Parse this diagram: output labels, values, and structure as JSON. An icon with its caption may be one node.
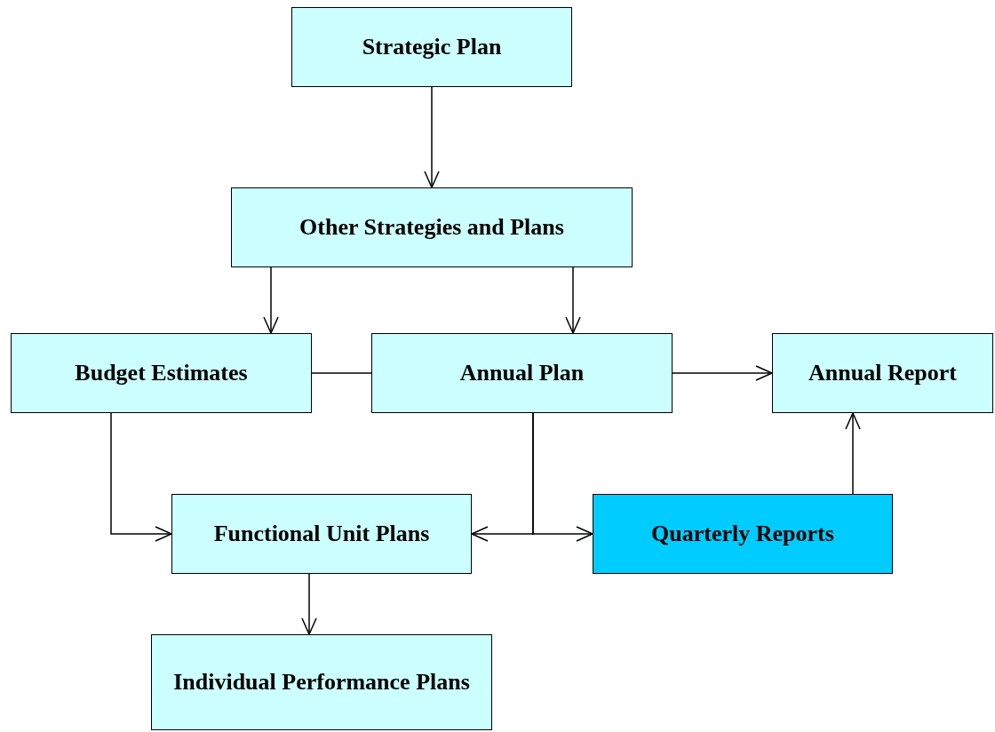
{
  "diagram": {
    "nodes": [
      {
        "text": [
          "Strategic Plan"
        ]
      },
      {
        "text": [
          "Other Strategies and Plans"
        ]
      },
      {
        "text": [
          "Budget Estimates"
        ]
      },
      {
        "text": [
          "Annual Plan"
        ]
      },
      {
        "text": [
          "Annual Report"
        ]
      },
      {
        "text": [
          "Functional Unit Plans"
        ]
      },
      {
        "text": [
          "Quarterly Reports"
        ]
      },
      {
        "text": [
          "Individual Performance Plans"
        ]
      }
    ],
    "edges": [
      {
        "from": 0,
        "to": 1,
        "arrow": "to"
      },
      {
        "from": 1,
        "to": 2,
        "arrow": "to"
      },
      {
        "from": 1,
        "to": 3,
        "arrow": "to"
      },
      {
        "from": 2,
        "to": 3,
        "arrow": "none"
      },
      {
        "from": 3,
        "to": 4,
        "arrow": "to"
      },
      {
        "from": 2,
        "to": 5,
        "arrow": "to"
      },
      {
        "from": 3,
        "to": 5,
        "arrow": "to"
      },
      {
        "from": 3,
        "to": 6,
        "arrow": "to"
      },
      {
        "from": 6,
        "to": 4,
        "arrow": "to"
      },
      {
        "from": 5,
        "to": 7,
        "arrow": "to"
      }
    ]
  }
}
